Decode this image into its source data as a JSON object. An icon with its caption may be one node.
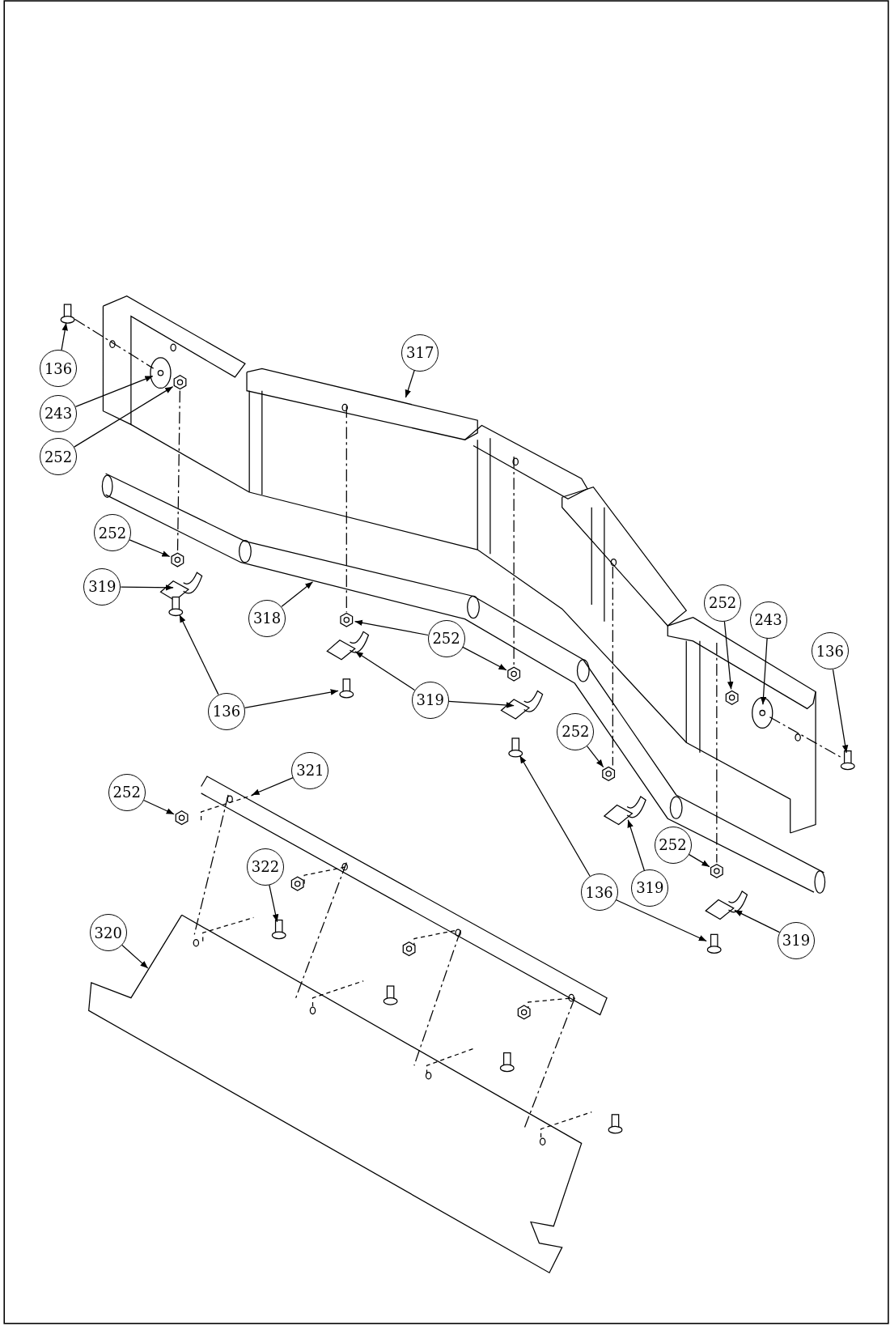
{
  "diagram": {
    "nodes": [
      {
        "text": [
          "317"
        ]
      },
      {
        "text": [
          "136"
        ]
      },
      {
        "text": [
          "243"
        ]
      },
      {
        "text": [
          "252"
        ]
      },
      {
        "text": [
          "252"
        ]
      },
      {
        "text": [
          "319"
        ]
      },
      {
        "text": [
          "252"
        ]
      },
      {
        "text": [
          "318"
        ]
      },
      {
        "text": [
          "243"
        ]
      },
      {
        "text": [
          "252"
        ]
      },
      {
        "text": [
          "136"
        ]
      },
      {
        "text": [
          "319"
        ]
      },
      {
        "text": [
          "136"
        ]
      },
      {
        "text": [
          "252"
        ]
      },
      {
        "text": [
          "321"
        ]
      },
      {
        "text": [
          "252"
        ]
      },
      {
        "text": [
          "252"
        ]
      },
      {
        "text": [
          "322"
        ]
      },
      {
        "text": [
          "319"
        ]
      },
      {
        "text": [
          "136"
        ]
      },
      {
        "text": [
          "320"
        ]
      },
      {
        "text": [
          "319"
        ]
      },
      {
        "text": [],
        "shape": "bracket"
      },
      {
        "text": [],
        "shape": "bracket"
      },
      {
        "text": [],
        "shape": "bolt"
      },
      {
        "text": [],
        "shape": "washer"
      },
      {
        "text": [],
        "shape": "nut"
      },
      {
        "text": [],
        "shape": "nut"
      },
      {
        "text": [],
        "shape": "bracket"
      },
      {
        "text": [],
        "shape": "bolt"
      },
      {
        "text": [],
        "shape": "nut"
      },
      {
        "text": [],
        "shape": "bracket"
      },
      {
        "text": [],
        "shape": "bolt"
      },
      {
        "text": [],
        "shape": "nut"
      },
      {
        "text": [],
        "shape": "nut"
      },
      {
        "text": [],
        "shape": "washer"
      },
      {
        "text": [],
        "shape": "bolt"
      },
      {
        "text": [],
        "shape": "bolt"
      },
      {
        "text": [],
        "shape": "nut"
      },
      {
        "text": [],
        "shape": "nut"
      },
      {
        "text": [],
        "shape": "nut"
      },
      {
        "text": [],
        "shape": "bolt"
      },
      {
        "text": [],
        "shape": "bolt"
      },
      {
        "text": [],
        "shape": "bracket"
      }
    ],
    "edges": [
      {
        "from": 0,
        "to": null,
        "arrow": "to"
      },
      {
        "from": 1,
        "to": 24,
        "arrow": "to"
      },
      {
        "from": 2,
        "to": 25,
        "arrow": "to"
      },
      {
        "from": 3,
        "to": 26,
        "arrow": "to"
      },
      {
        "from": 4,
        "to": 27,
        "arrow": "to"
      },
      {
        "from": 5,
        "to": 28,
        "arrow": "to"
      },
      {
        "from": 6,
        "to": 34,
        "arrow": "to"
      },
      {
        "from": 7,
        "to": null,
        "arrow": "to"
      },
      {
        "from": 8,
        "to": 35,
        "arrow": "to"
      },
      {
        "from": 9,
        "to": 30,
        "arrow": "to"
      },
      {
        "from": 9,
        "to": 33,
        "arrow": "to"
      },
      {
        "from": 10,
        "to": 36,
        "arrow": "to"
      },
      {
        "from": 11,
        "to": 31,
        "arrow": "to"
      },
      {
        "from": 11,
        "to": 22,
        "arrow": "to"
      },
      {
        "from": 12,
        "to": 29,
        "arrow": "to"
      },
      {
        "from": 12,
        "to": 32,
        "arrow": "to"
      },
      {
        "from": 13,
        "to": 38,
        "arrow": "to"
      },
      {
        "from": 14,
        "to": null,
        "arrow": "to"
      },
      {
        "from": 15,
        "to": 39,
        "arrow": "to"
      },
      {
        "from": 16,
        "to": 40,
        "arrow": "to"
      },
      {
        "from": 17,
        "to": 41,
        "arrow": "to"
      },
      {
        "from": 18,
        "to": 23,
        "arrow": "to"
      },
      {
        "from": 19,
        "to": 37,
        "arrow": "to"
      },
      {
        "from": 19,
        "to": 42,
        "arrow": "to"
      },
      {
        "from": 20,
        "to": null,
        "arrow": "to"
      },
      {
        "from": 21,
        "to": 43,
        "arrow": "to"
      },
      {
        "from": 24,
        "to": 25,
        "arrow": "none",
        "style": "dashed"
      },
      {
        "from": 26,
        "to": 27,
        "arrow": "none",
        "style": "dashed"
      },
      {
        "from": 35,
        "to": 36,
        "arrow": "none",
        "style": "dashed"
      }
    ]
  }
}
